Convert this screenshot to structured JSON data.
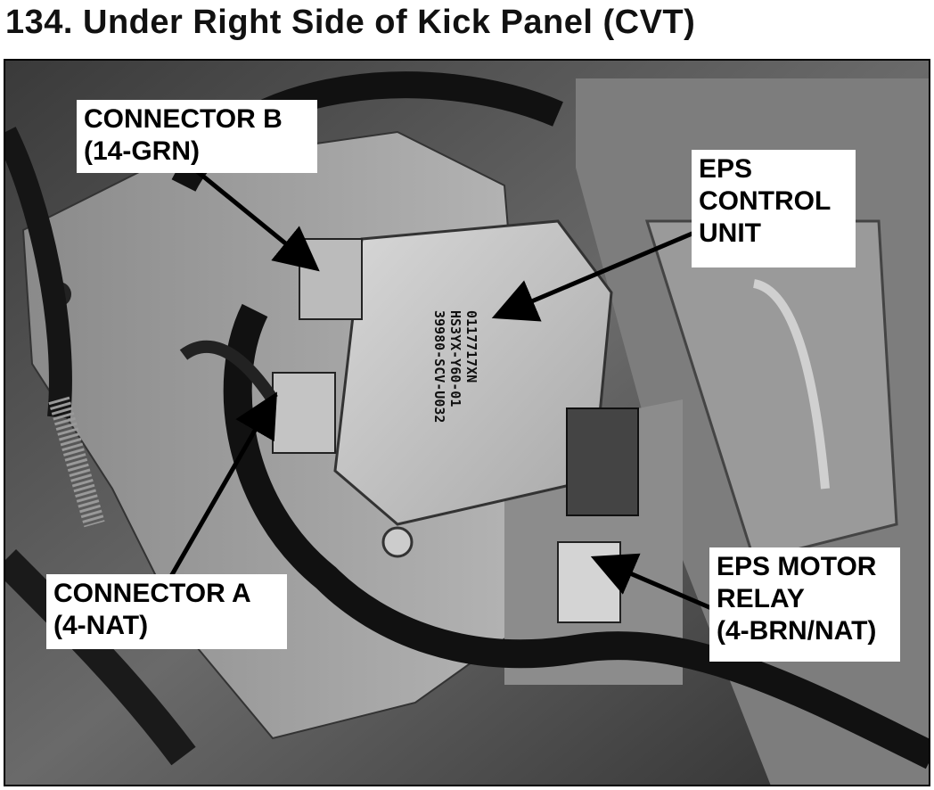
{
  "title": "134. Under Right Side of Kick Panel (CVT)",
  "callouts": {
    "connector_b": [
      "CONNECTOR B",
      "(14-GRN)"
    ],
    "eps_control_unit": [
      "EPS",
      "CONTROL",
      "UNIT"
    ],
    "connector_a": [
      "CONNECTOR A",
      "(4-NAT)"
    ],
    "eps_motor_relay": [
      "EPS MOTOR",
      "RELAY",
      "(4-BRN/NAT)"
    ]
  },
  "unit_label_text": [
    "39980-SCV-U032",
    "HS3YX-Y60-01",
    "0117717XN"
  ]
}
